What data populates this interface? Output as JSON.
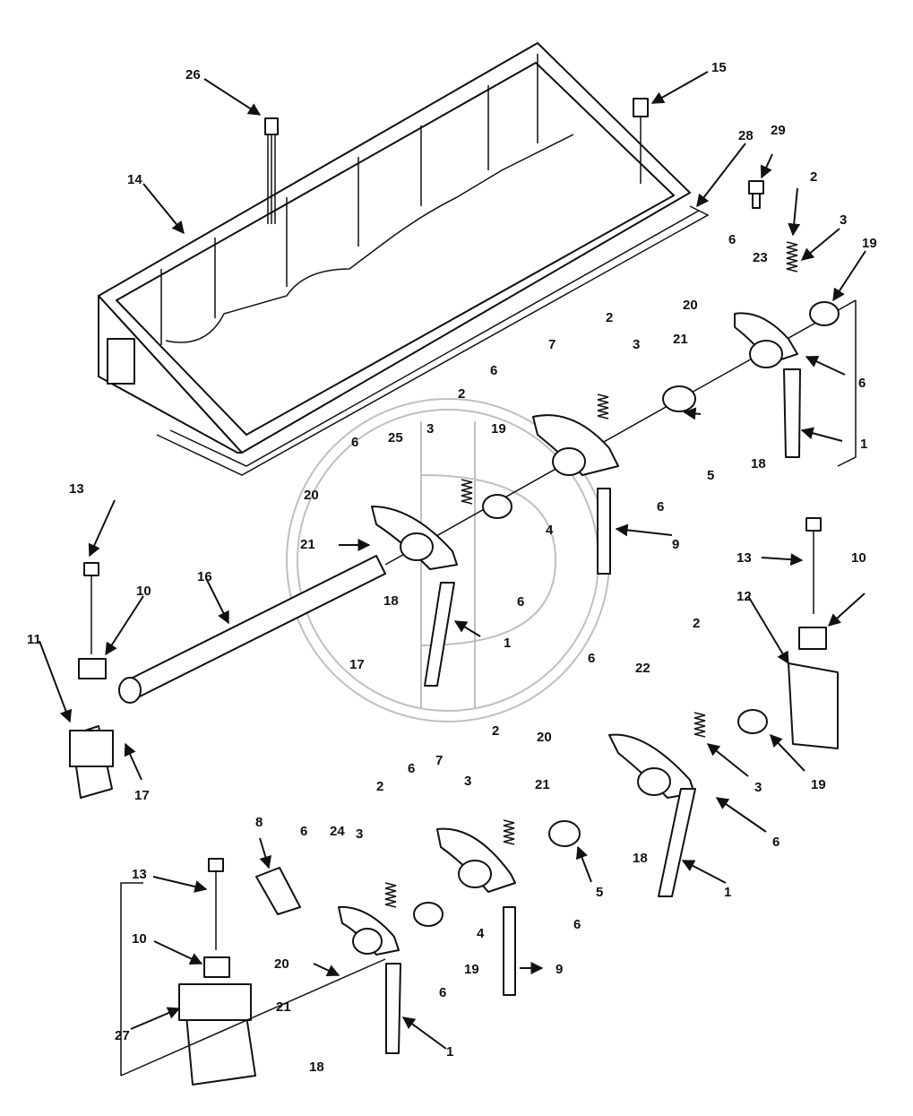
{
  "diagram": {
    "callouts": [
      {
        "id": "c26",
        "text": "26"
      },
      {
        "id": "c15",
        "text": "15"
      },
      {
        "id": "c28",
        "text": "28"
      },
      {
        "id": "c29",
        "text": "29"
      },
      {
        "id": "c14",
        "text": "14"
      },
      {
        "id": "c2a",
        "text": "2"
      },
      {
        "id": "c3a",
        "text": "3"
      },
      {
        "id": "c6a",
        "text": "6"
      },
      {
        "id": "c23",
        "text": "23"
      },
      {
        "id": "c19a",
        "text": "19"
      },
      {
        "id": "c20a",
        "text": "20"
      },
      {
        "id": "c21a",
        "text": "21"
      },
      {
        "id": "c6b",
        "text": "6"
      },
      {
        "id": "c18a",
        "text": "18"
      },
      {
        "id": "c1a",
        "text": "1"
      },
      {
        "id": "c7a",
        "text": "7"
      },
      {
        "id": "c2b",
        "text": "2"
      },
      {
        "id": "c3b",
        "text": "3"
      },
      {
        "id": "c6c",
        "text": "6"
      },
      {
        "id": "c5a",
        "text": "5"
      },
      {
        "id": "c6d",
        "text": "6"
      },
      {
        "id": "c4a",
        "text": "4"
      },
      {
        "id": "c9a",
        "text": "9"
      },
      {
        "id": "c2c",
        "text": "2"
      },
      {
        "id": "c3c",
        "text": "3"
      },
      {
        "id": "c19b",
        "text": "19"
      },
      {
        "id": "c25",
        "text": "25"
      },
      {
        "id": "c6e",
        "text": "6"
      },
      {
        "id": "c20b",
        "text": "20"
      },
      {
        "id": "c21b",
        "text": "21"
      },
      {
        "id": "c18b",
        "text": "18"
      },
      {
        "id": "c17a",
        "text": "17"
      },
      {
        "id": "c6f",
        "text": "6"
      },
      {
        "id": "c1b",
        "text": "1"
      },
      {
        "id": "c13a",
        "text": "13"
      },
      {
        "id": "c16",
        "text": "16"
      },
      {
        "id": "c10a",
        "text": "10"
      },
      {
        "id": "c11",
        "text": "11"
      },
      {
        "id": "c17b",
        "text": "17"
      },
      {
        "id": "c13b",
        "text": "13"
      },
      {
        "id": "c10b",
        "text": "10"
      },
      {
        "id": "c12",
        "text": "12"
      },
      {
        "id": "c2d",
        "text": "2"
      },
      {
        "id": "c6g",
        "text": "6"
      },
      {
        "id": "c22",
        "text": "22"
      },
      {
        "id": "c20c",
        "text": "20"
      },
      {
        "id": "c21c",
        "text": "21"
      },
      {
        "id": "c3d",
        "text": "3"
      },
      {
        "id": "c19c",
        "text": "19"
      },
      {
        "id": "c18c",
        "text": "18"
      },
      {
        "id": "c6h",
        "text": "6"
      },
      {
        "id": "c1c",
        "text": "1"
      },
      {
        "id": "c2e",
        "text": "2"
      },
      {
        "id": "c7b",
        "text": "7"
      },
      {
        "id": "c6i",
        "text": "6"
      },
      {
        "id": "c3e",
        "text": "3"
      },
      {
        "id": "c5b",
        "text": "5"
      },
      {
        "id": "c8",
        "text": "8"
      },
      {
        "id": "c6j",
        "text": "6"
      },
      {
        "id": "c24",
        "text": "24"
      },
      {
        "id": "c3f",
        "text": "3"
      },
      {
        "id": "c2f",
        "text": "2"
      },
      {
        "id": "c4b",
        "text": "4"
      },
      {
        "id": "c6k",
        "text": "6"
      },
      {
        "id": "c13c",
        "text": "13"
      },
      {
        "id": "c10c",
        "text": "10"
      },
      {
        "id": "c19d",
        "text": "19"
      },
      {
        "id": "c6l",
        "text": "6"
      },
      {
        "id": "c9b",
        "text": "9"
      },
      {
        "id": "c20d",
        "text": "20"
      },
      {
        "id": "c21d",
        "text": "21"
      },
      {
        "id": "c27",
        "text": "27"
      },
      {
        "id": "c18d",
        "text": "18"
      },
      {
        "id": "c1d",
        "text": "1"
      }
    ]
  }
}
